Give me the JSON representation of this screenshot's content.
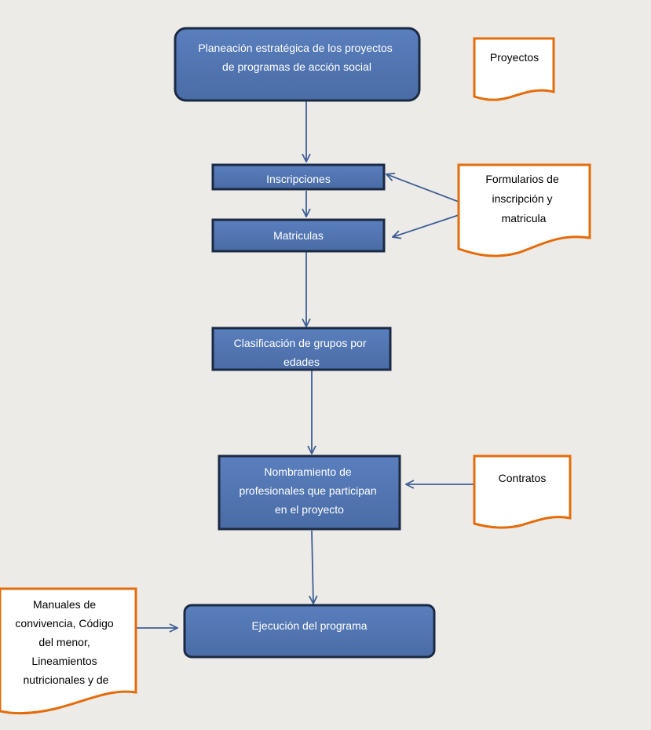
{
  "colors": {
    "background": "#edebe8",
    "process_fill": "#4f73b0",
    "process_stroke": "#1b2a43",
    "process_text": "#ffffff",
    "document_fill": "#ffffff",
    "document_stroke": "#e46c0a",
    "document_text": "#000000",
    "arrow": "#3e5f93"
  },
  "processes": {
    "planeacion": [
      "Planeación estratégica de los proyectos",
      "de programas de acción social"
    ],
    "inscripciones": [
      "Inscripciones"
    ],
    "matriculas": [
      "Matriculas"
    ],
    "clasificacion": [
      "Clasificación de grupos por",
      "edades"
    ],
    "nombramiento": [
      "Nombramiento de",
      "profesionales que participan",
      "en el proyecto"
    ],
    "ejecucion": [
      "Ejecución del programa"
    ]
  },
  "documents": {
    "proyectos": [
      "Proyectos"
    ],
    "formularios": [
      "Formularios de",
      "inscripción y",
      "matricula"
    ],
    "contratos": [
      "Contratos"
    ],
    "manuales": [
      "Manuales de",
      "convivencia, Código",
      "del menor,",
      "Lineamientos",
      "nutricionales y de"
    ]
  }
}
